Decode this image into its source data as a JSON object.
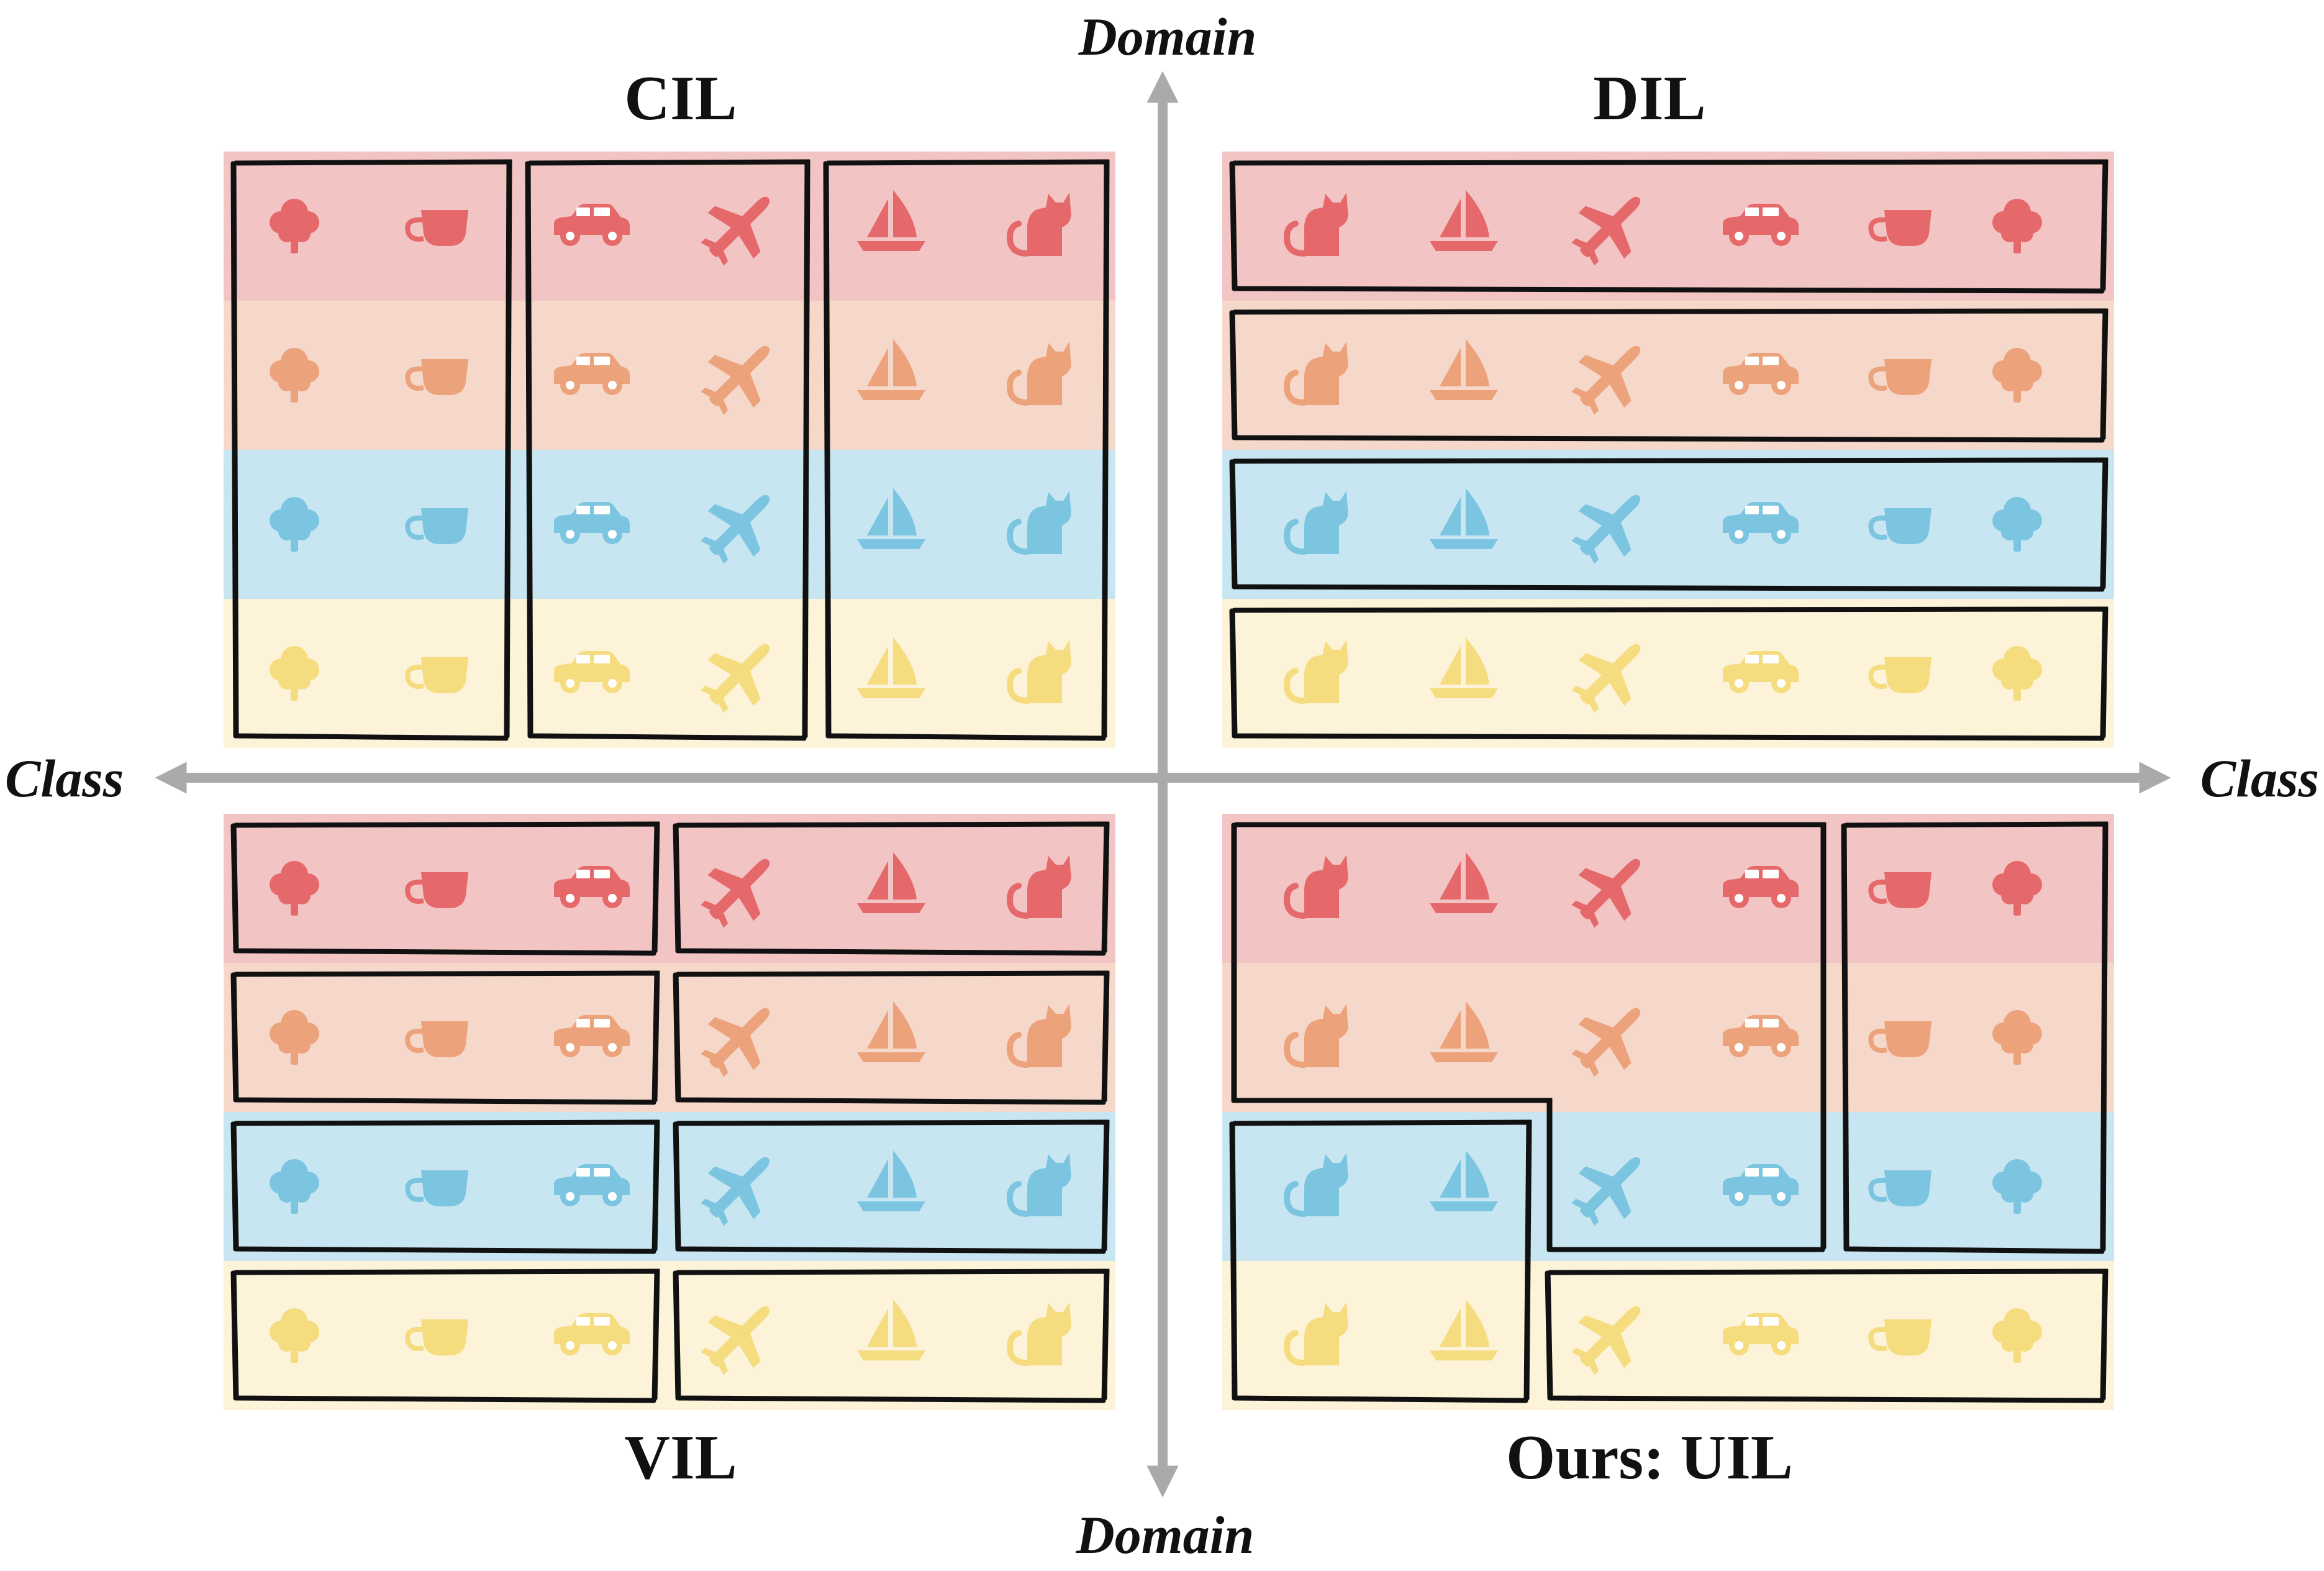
{
  "axes": {
    "top": "Domain",
    "bottom": "Domain",
    "left": "Class",
    "right": "Class"
  },
  "colors": {
    "domain_bands": [
      "#f2c4c4",
      "#f6d8cb",
      "#c8e6f2",
      "#fcf3d9"
    ],
    "domain_icons": [
      "#e5696a",
      "#eca27b",
      "#7cc5e0",
      "#f5dc7f"
    ],
    "axis": "#aaaaaa",
    "task_outline": "#111111"
  },
  "domains": [
    "red",
    "orange",
    "blue",
    "yellow"
  ],
  "panels": [
    {
      "key": "cil",
      "title": "CIL",
      "class_order": [
        "tree",
        "cup",
        "car",
        "airplane",
        "sailboat",
        "cat"
      ],
      "task_groups": [
        {
          "class_span": [
            1,
            2
          ],
          "domain_span": [
            1,
            4
          ]
        },
        {
          "class_span": [
            3,
            4
          ],
          "domain_span": [
            1,
            4
          ]
        },
        {
          "class_span": [
            5,
            6
          ],
          "domain_span": [
            1,
            4
          ]
        }
      ]
    },
    {
      "key": "dil",
      "title": "DIL",
      "class_order": [
        "cat",
        "sailboat",
        "airplane",
        "car",
        "cup",
        "tree"
      ],
      "task_groups": [
        {
          "class_span": [
            1,
            6
          ],
          "domain_span": [
            1,
            1
          ]
        },
        {
          "class_span": [
            1,
            6
          ],
          "domain_span": [
            2,
            2
          ]
        },
        {
          "class_span": [
            1,
            6
          ],
          "domain_span": [
            3,
            3
          ]
        },
        {
          "class_span": [
            1,
            6
          ],
          "domain_span": [
            4,
            4
          ]
        }
      ]
    },
    {
      "key": "vil",
      "title": "VIL",
      "class_order": [
        "tree",
        "cup",
        "car",
        "airplane",
        "sailboat",
        "cat"
      ],
      "task_groups": [
        {
          "class_span": [
            1,
            3
          ],
          "domain_span": [
            1,
            1
          ]
        },
        {
          "class_span": [
            4,
            6
          ],
          "domain_span": [
            1,
            1
          ]
        },
        {
          "class_span": [
            1,
            3
          ],
          "domain_span": [
            2,
            2
          ]
        },
        {
          "class_span": [
            4,
            6
          ],
          "domain_span": [
            2,
            2
          ]
        },
        {
          "class_span": [
            1,
            3
          ],
          "domain_span": [
            3,
            3
          ]
        },
        {
          "class_span": [
            4,
            6
          ],
          "domain_span": [
            3,
            3
          ]
        },
        {
          "class_span": [
            1,
            3
          ],
          "domain_span": [
            4,
            4
          ]
        },
        {
          "class_span": [
            4,
            6
          ],
          "domain_span": [
            4,
            4
          ]
        }
      ]
    },
    {
      "key": "uil",
      "title": "Ours: UIL",
      "class_order": [
        "cat",
        "sailboat",
        "airplane",
        "car",
        "cup",
        "tree"
      ],
      "task_groups": [
        {
          "class_span": [
            1,
            4
          ],
          "domain_span": [
            1,
            2
          ],
          "shape": "L-shape extending to classes 3-4 in domain 3"
        },
        {
          "class_span": [
            5,
            6
          ],
          "domain_span": [
            1,
            3
          ]
        },
        {
          "class_span": [
            1,
            2
          ],
          "domain_span": [
            3,
            4
          ]
        },
        {
          "class_span": [
            3,
            6
          ],
          "domain_span": [
            4,
            4
          ]
        }
      ]
    }
  ]
}
